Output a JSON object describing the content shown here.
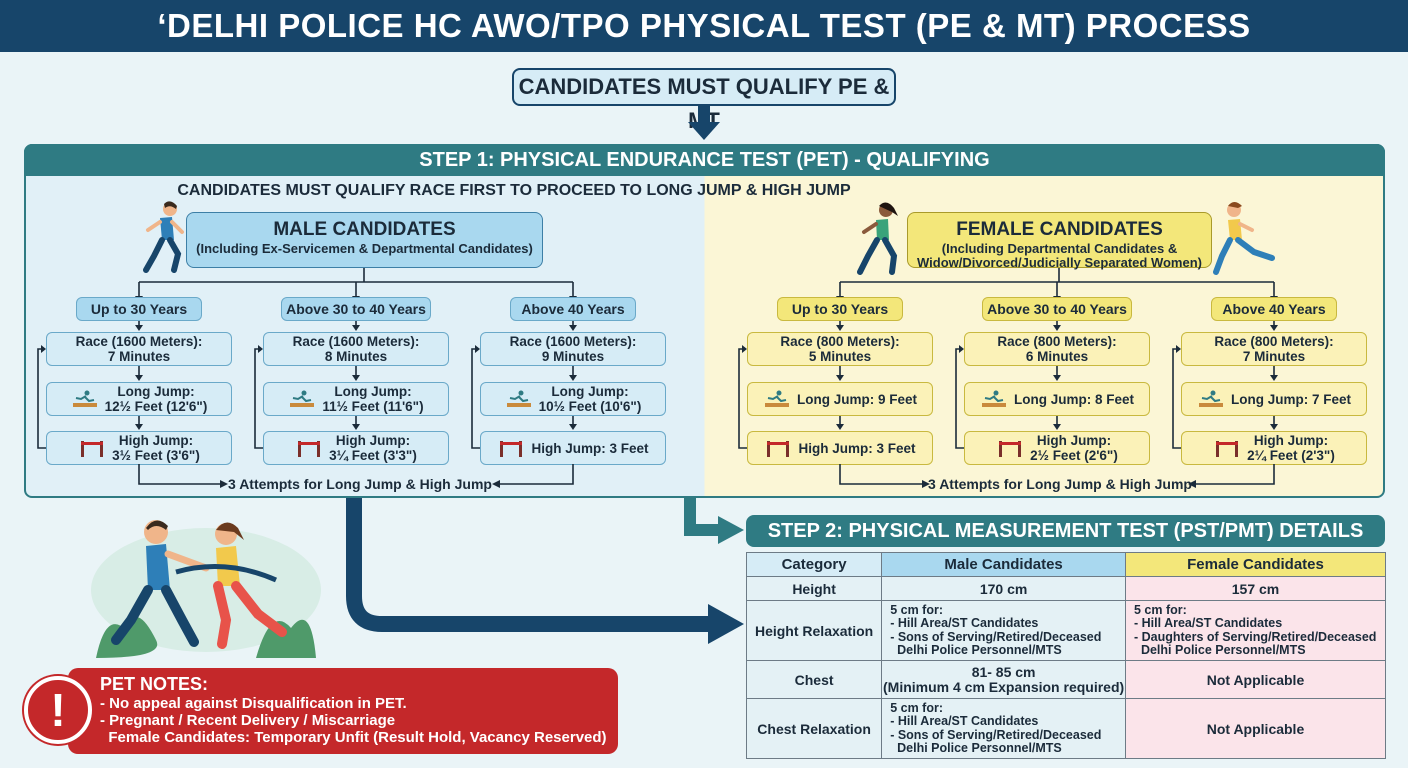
{
  "header": {
    "title": "‘DELHI POLICE HC AWO/TPO PHYSICAL TEST (PE & MT) PROCESS",
    "qualify_note": "CANDIDATES MUST QUALIFY PE & MT"
  },
  "step1": {
    "title": "STEP 1: PHYSICAL ENDURANCE TEST (PET) - QUALIFYING",
    "race_note": "CANDIDATES MUST QUALIFY RACE FIRST TO PROCEED TO LONG JUMP & HIGH JUMP",
    "male": {
      "title": "MALE CANDIDATES",
      "subtitle": "(Including Ex-Servicemen & Departmental Candidates)",
      "groups": [
        {
          "age": "Up to 30 Years",
          "race": "Race (1600 Meters):\n7 Minutes",
          "long_jump": "Long Jump:\n12½ Feet (12'6\")",
          "high_jump": "High Jump:\n3½ Feet (3'6\")"
        },
        {
          "age": "Above 30 to 40 Years",
          "race": "Race (1600 Meters):\n8 Minutes",
          "long_jump": "Long Jump:\n11½ Feet (11'6\")",
          "high_jump": "High Jump:\n3¼ Feet (3'3\")"
        },
        {
          "age": "Above 40 Years",
          "race": "Race (1600 Meters):\n9 Minutes",
          "long_jump": "Long Jump:\n10½ Feet (10'6\")",
          "high_jump": "High Jump: 3 Feet"
        }
      ],
      "attempts": "3 Attempts for Long Jump & High Jump"
    },
    "female": {
      "title": "FEMALE CANDIDATES",
      "subtitle": "(Including Departmental Candidates &\nWidow/Divorced/Judicially Separated Women)",
      "groups": [
        {
          "age": "Up to 30 Years",
          "race": "Race (800 Meters):\n5 Minutes",
          "long_jump": "Long Jump: 9 Feet",
          "high_jump": "High Jump: 3 Feet"
        },
        {
          "age": "Above 30 to 40 Years",
          "race": "Race (800 Meters):\n6 Minutes",
          "long_jump": "Long Jump: 8 Feet",
          "high_jump": "High Jump:\n2½ Feet (2'6\")"
        },
        {
          "age": "Above 40 Years",
          "race": "Race (800 Meters):\n7 Minutes",
          "long_jump": "Long Jump: 7 Feet",
          "high_jump": "High Jump:\n2¼ Feet (2'3\")"
        }
      ],
      "attempts": "3 Attempts for Long Jump & High Jump"
    }
  },
  "step2": {
    "title": "STEP 2: PHYSICAL MEASUREMENT TEST (PST/PMT) DETAILS",
    "headers": [
      "Category",
      "Male Candidates",
      "Female Candidates"
    ],
    "rows": [
      {
        "category": "Height",
        "male": "170 cm",
        "female": "157 cm"
      },
      {
        "category": "Height Relaxation",
        "male": "5 cm for:\n- Hill Area/ST Candidates\n- Sons of Serving/Retired/Deceased\n  Delhi Police Personnel/MTS",
        "female": "5 cm for:\n- Hill Area/ST Candidates\n- Daughters of Serving/Retired/Deceased\n  Delhi Police Personnel/MTS"
      },
      {
        "category": "Chest",
        "male": "81- 85 cm\n(Minimum 4 cm Expansion required)",
        "female": "Not Applicable"
      },
      {
        "category": "Chest Relaxation",
        "male": "5 cm for:\n- Hill Area/ST Candidates\n- Sons of Serving/Retired/Deceased\n  Delhi Police Personnel/MTS",
        "female": "Not Applicable"
      }
    ]
  },
  "notes": {
    "title": "PET NOTES:",
    "lines": [
      "- No appeal against Disqualification in PET.",
      "- Pregnant / Recent Delivery / Miscarriage",
      "  Female Candidates: Temporary Unfit (Result Hold, Vacancy Reserved)"
    ]
  },
  "colors": {
    "header_bg": "#17456a",
    "step_bar": "#2f7b83",
    "male_accent": "#a9d8ef",
    "female_accent": "#f3e77a",
    "alert_red": "#c4282a"
  }
}
